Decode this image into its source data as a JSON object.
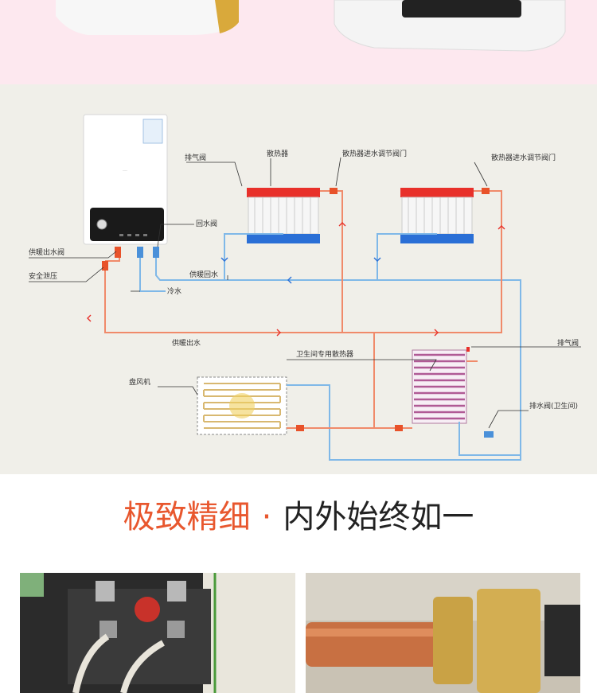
{
  "diagram": {
    "labels": {
      "exhaust_valve_1": "排气阀",
      "radiator": "散热器",
      "radiator_inlet_valve_1": "散热器进水调节阀门",
      "radiator_inlet_valve_2": "散热器进水调节阀门",
      "return_valve": "回水阀",
      "supply_outlet_valve": "供暖出水阀",
      "safety_relief": "安全泄压",
      "heating_return": "供暖回水",
      "cold_water": "冷水",
      "heating_supply": "供暖出水",
      "bathroom_radiator": "卫生间专用散热器",
      "exhaust_valve_2": "排气阀",
      "fan_coil": "盘风机",
      "drain_valve": "排水阀(卫生间)"
    },
    "colors": {
      "supply_pipe": "#f08a6a",
      "return_pipe": "#7fb8e8",
      "radiator_top": "#e8302a",
      "radiator_bottom": "#2a6fd6",
      "panel_bg": "#f0efe9"
    }
  },
  "headline": {
    "accent": "极致精细",
    "separator": "·",
    "rest": "内外始终如一"
  }
}
